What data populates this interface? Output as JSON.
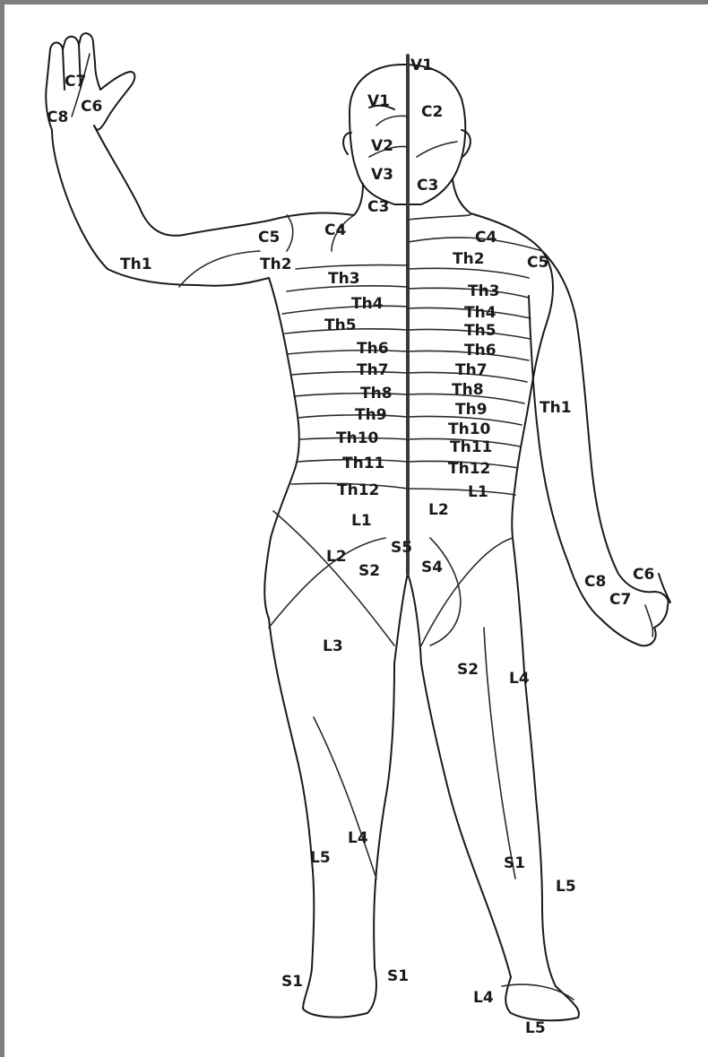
{
  "colors": {
    "frame": "#7d7d7d",
    "background": "#ffffff",
    "ink": "#1a1a1a"
  },
  "labels": [
    {
      "id": "v1-top",
      "text": "V1"
    },
    {
      "id": "v1",
      "text": "V1"
    },
    {
      "id": "c2",
      "text": "C2"
    },
    {
      "id": "v2",
      "text": "V2"
    },
    {
      "id": "v3",
      "text": "V3"
    },
    {
      "id": "c3-right",
      "text": "C3"
    },
    {
      "id": "c3-left",
      "text": "C3"
    },
    {
      "id": "c7-hand",
      "text": "C7"
    },
    {
      "id": "c6-hand",
      "text": "C6"
    },
    {
      "id": "c8-hand",
      "text": "C8"
    },
    {
      "id": "c5-left",
      "text": "C5"
    },
    {
      "id": "c4-left",
      "text": "C4"
    },
    {
      "id": "c4-right",
      "text": "C4"
    },
    {
      "id": "c5-right",
      "text": "C5"
    },
    {
      "id": "th1-arm",
      "text": "Th1"
    },
    {
      "id": "th2-left",
      "text": "Th2"
    },
    {
      "id": "th2-right",
      "text": "Th2"
    },
    {
      "id": "th3-left",
      "text": "Th3"
    },
    {
      "id": "th3-right",
      "text": "Th3"
    },
    {
      "id": "th4-left",
      "text": "Th4"
    },
    {
      "id": "th4-right",
      "text": "Th4"
    },
    {
      "id": "th5-left",
      "text": "Th5"
    },
    {
      "id": "th5-right",
      "text": "Th5"
    },
    {
      "id": "th6-left",
      "text": "Th6"
    },
    {
      "id": "th6-right",
      "text": "Th6"
    },
    {
      "id": "th7-left",
      "text": "Th7"
    },
    {
      "id": "th7-right",
      "text": "Th7"
    },
    {
      "id": "th8-left",
      "text": "Th8"
    },
    {
      "id": "th8-right",
      "text": "Th8"
    },
    {
      "id": "th9-left",
      "text": "Th9"
    },
    {
      "id": "th9-right",
      "text": "Th9"
    },
    {
      "id": "th10-left",
      "text": "Th10"
    },
    {
      "id": "th10-right",
      "text": "Th10"
    },
    {
      "id": "th11-left",
      "text": "Th11"
    },
    {
      "id": "th11-right",
      "text": "Th11"
    },
    {
      "id": "th12-left",
      "text": "Th12"
    },
    {
      "id": "th12-right",
      "text": "Th12"
    },
    {
      "id": "th1-right-arm",
      "text": "Th1"
    },
    {
      "id": "l1-right",
      "text": "L1"
    },
    {
      "id": "l2-right",
      "text": "L2"
    },
    {
      "id": "l1-left",
      "text": "L1"
    },
    {
      "id": "s5",
      "text": "S5"
    },
    {
      "id": "l2-left",
      "text": "L2"
    },
    {
      "id": "s2-groin",
      "text": "S2"
    },
    {
      "id": "s4",
      "text": "S4"
    },
    {
      "id": "c8-right-hand",
      "text": "C8"
    },
    {
      "id": "c6-right-hand",
      "text": "C6"
    },
    {
      "id": "c7-right-hand",
      "text": "C7"
    },
    {
      "id": "l3",
      "text": "L3"
    },
    {
      "id": "s2-thigh",
      "text": "S2"
    },
    {
      "id": "l4-thigh",
      "text": "L4"
    },
    {
      "id": "l4-shin",
      "text": "L4"
    },
    {
      "id": "l5-shin",
      "text": "L5"
    },
    {
      "id": "s1-leg",
      "text": "S1"
    },
    {
      "id": "l5-leg",
      "text": "L5"
    },
    {
      "id": "s1-foot-a",
      "text": "S1"
    },
    {
      "id": "s1-foot-b",
      "text": "S1"
    },
    {
      "id": "l4-foot",
      "text": "L4"
    },
    {
      "id": "l5-foot",
      "text": "L5"
    }
  ]
}
